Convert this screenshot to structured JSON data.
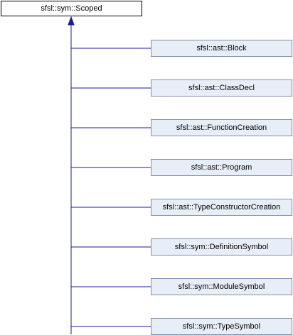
{
  "diagram": {
    "base": {
      "label": "sfsl::sym::Scoped"
    },
    "derived": [
      {
        "label": "sfsl::ast::Block"
      },
      {
        "label": "sfsl::ast::ClassDecl"
      },
      {
        "label": "sfsl::ast::FunctionCreation"
      },
      {
        "label": "sfsl::ast::Program"
      },
      {
        "label": "sfsl::ast::TypeConstructorCreation"
      },
      {
        "label": "sfsl::sym::DefinitionSymbol"
      },
      {
        "label": "sfsl::sym::ModuleSymbol"
      },
      {
        "label": "sfsl::sym::TypeSymbol"
      }
    ],
    "colors": {
      "edge": "#1a1aa6",
      "node_border": "#7f8cae",
      "node_fill": "#e8eef8",
      "root_border": "#000000",
      "root_fill": "#ffffff"
    }
  }
}
